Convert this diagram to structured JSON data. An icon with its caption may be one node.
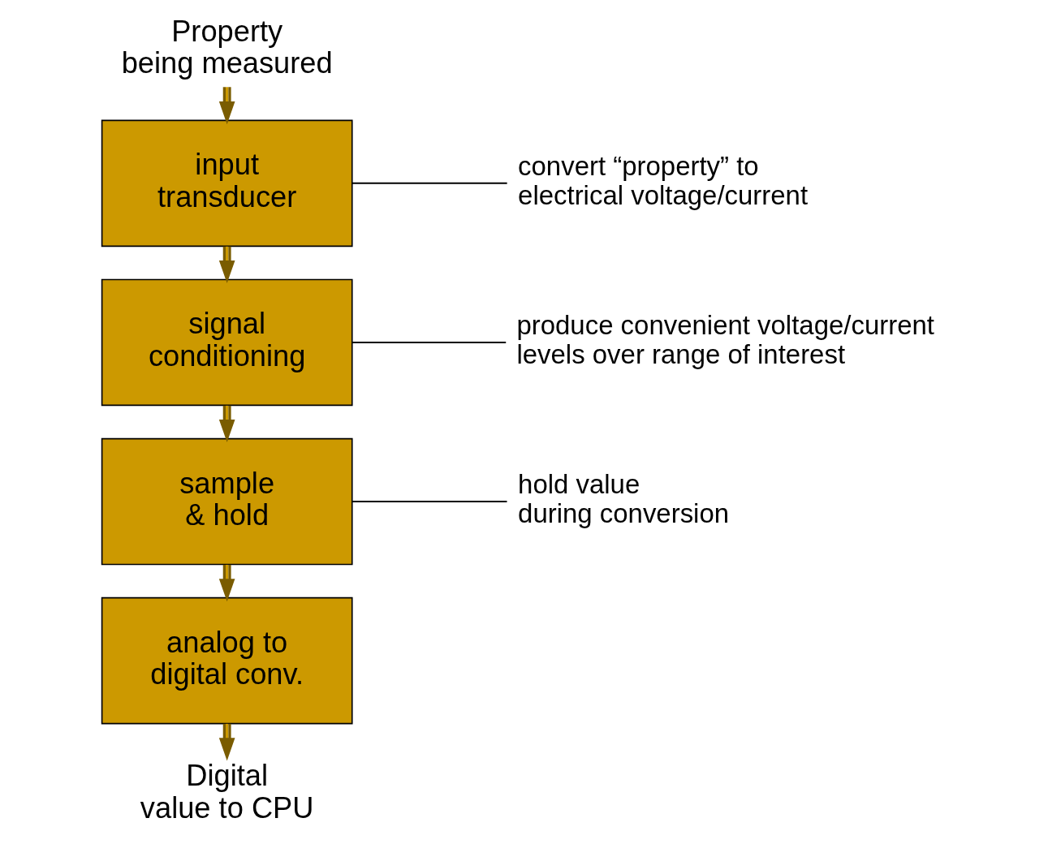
{
  "diagram": {
    "nodes": [
      {
        "text": [
          "Property being measured"
        ]
      },
      {
        "text": [
          "input transducer"
        ]
      },
      {
        "text": [
          "signal conditioning"
        ]
      },
      {
        "text": [
          "sample & hold"
        ]
      },
      {
        "text": [
          "analog to digital conv."
        ]
      },
      {
        "text": [
          "Digital value to CPU"
        ]
      },
      {
        "text": [
          "convert “property” to electrical voltage/current"
        ]
      },
      {
        "text": [
          "produce convenient voltage/current levels over range of interest"
        ]
      },
      {
        "text": [
          "hold value during conversion"
        ]
      }
    ],
    "edges": [
      {
        "from": 0,
        "to": 1,
        "arrow": "to"
      },
      {
        "from": 1,
        "to": 2,
        "arrow": "to"
      },
      {
        "from": 2,
        "to": 3,
        "arrow": "to"
      },
      {
        "from": 3,
        "to": 4,
        "arrow": "to"
      },
      {
        "from": 4,
        "to": 5,
        "arrow": "to"
      },
      {
        "from": 1,
        "to": 6,
        "arrow": "none",
        "color": "#000000"
      },
      {
        "from": 2,
        "to": 7,
        "arrow": "none",
        "color": "#000000"
      },
      {
        "from": 3,
        "to": 8,
        "arrow": "none",
        "color": "#000000"
      }
    ]
  }
}
